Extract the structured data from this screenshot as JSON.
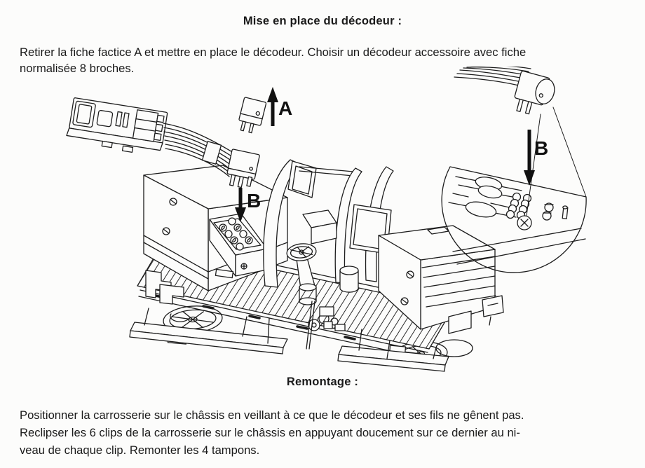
{
  "page": {
    "background": "#fcfcfb",
    "ink": "#1a1a1a"
  },
  "install_section": {
    "title": "Mise en place du décodeur :",
    "lines": [
      "Retirer la fiche factice A et mettre en place le décodeur. Choisir un décodeur accessoire avec fiche",
      "normalisée 8 broches."
    ]
  },
  "reassembly_section": {
    "title": "Remontage :",
    "lines": [
      "Positionner la carrosserie sur le châssis en veillant à ce que le décodeur et ses fils ne gênent pas.",
      "Reclipser les 6 clips de la carrosserie sur le châssis en appuyant doucement sur ce dernier au ni-",
      "veau de chaque clip. Remonter les 4 tampons."
    ]
  },
  "figure": {
    "labels": {
      "step_a": "A",
      "step_b_socket": "B",
      "step_b_detail": "B"
    }
  }
}
